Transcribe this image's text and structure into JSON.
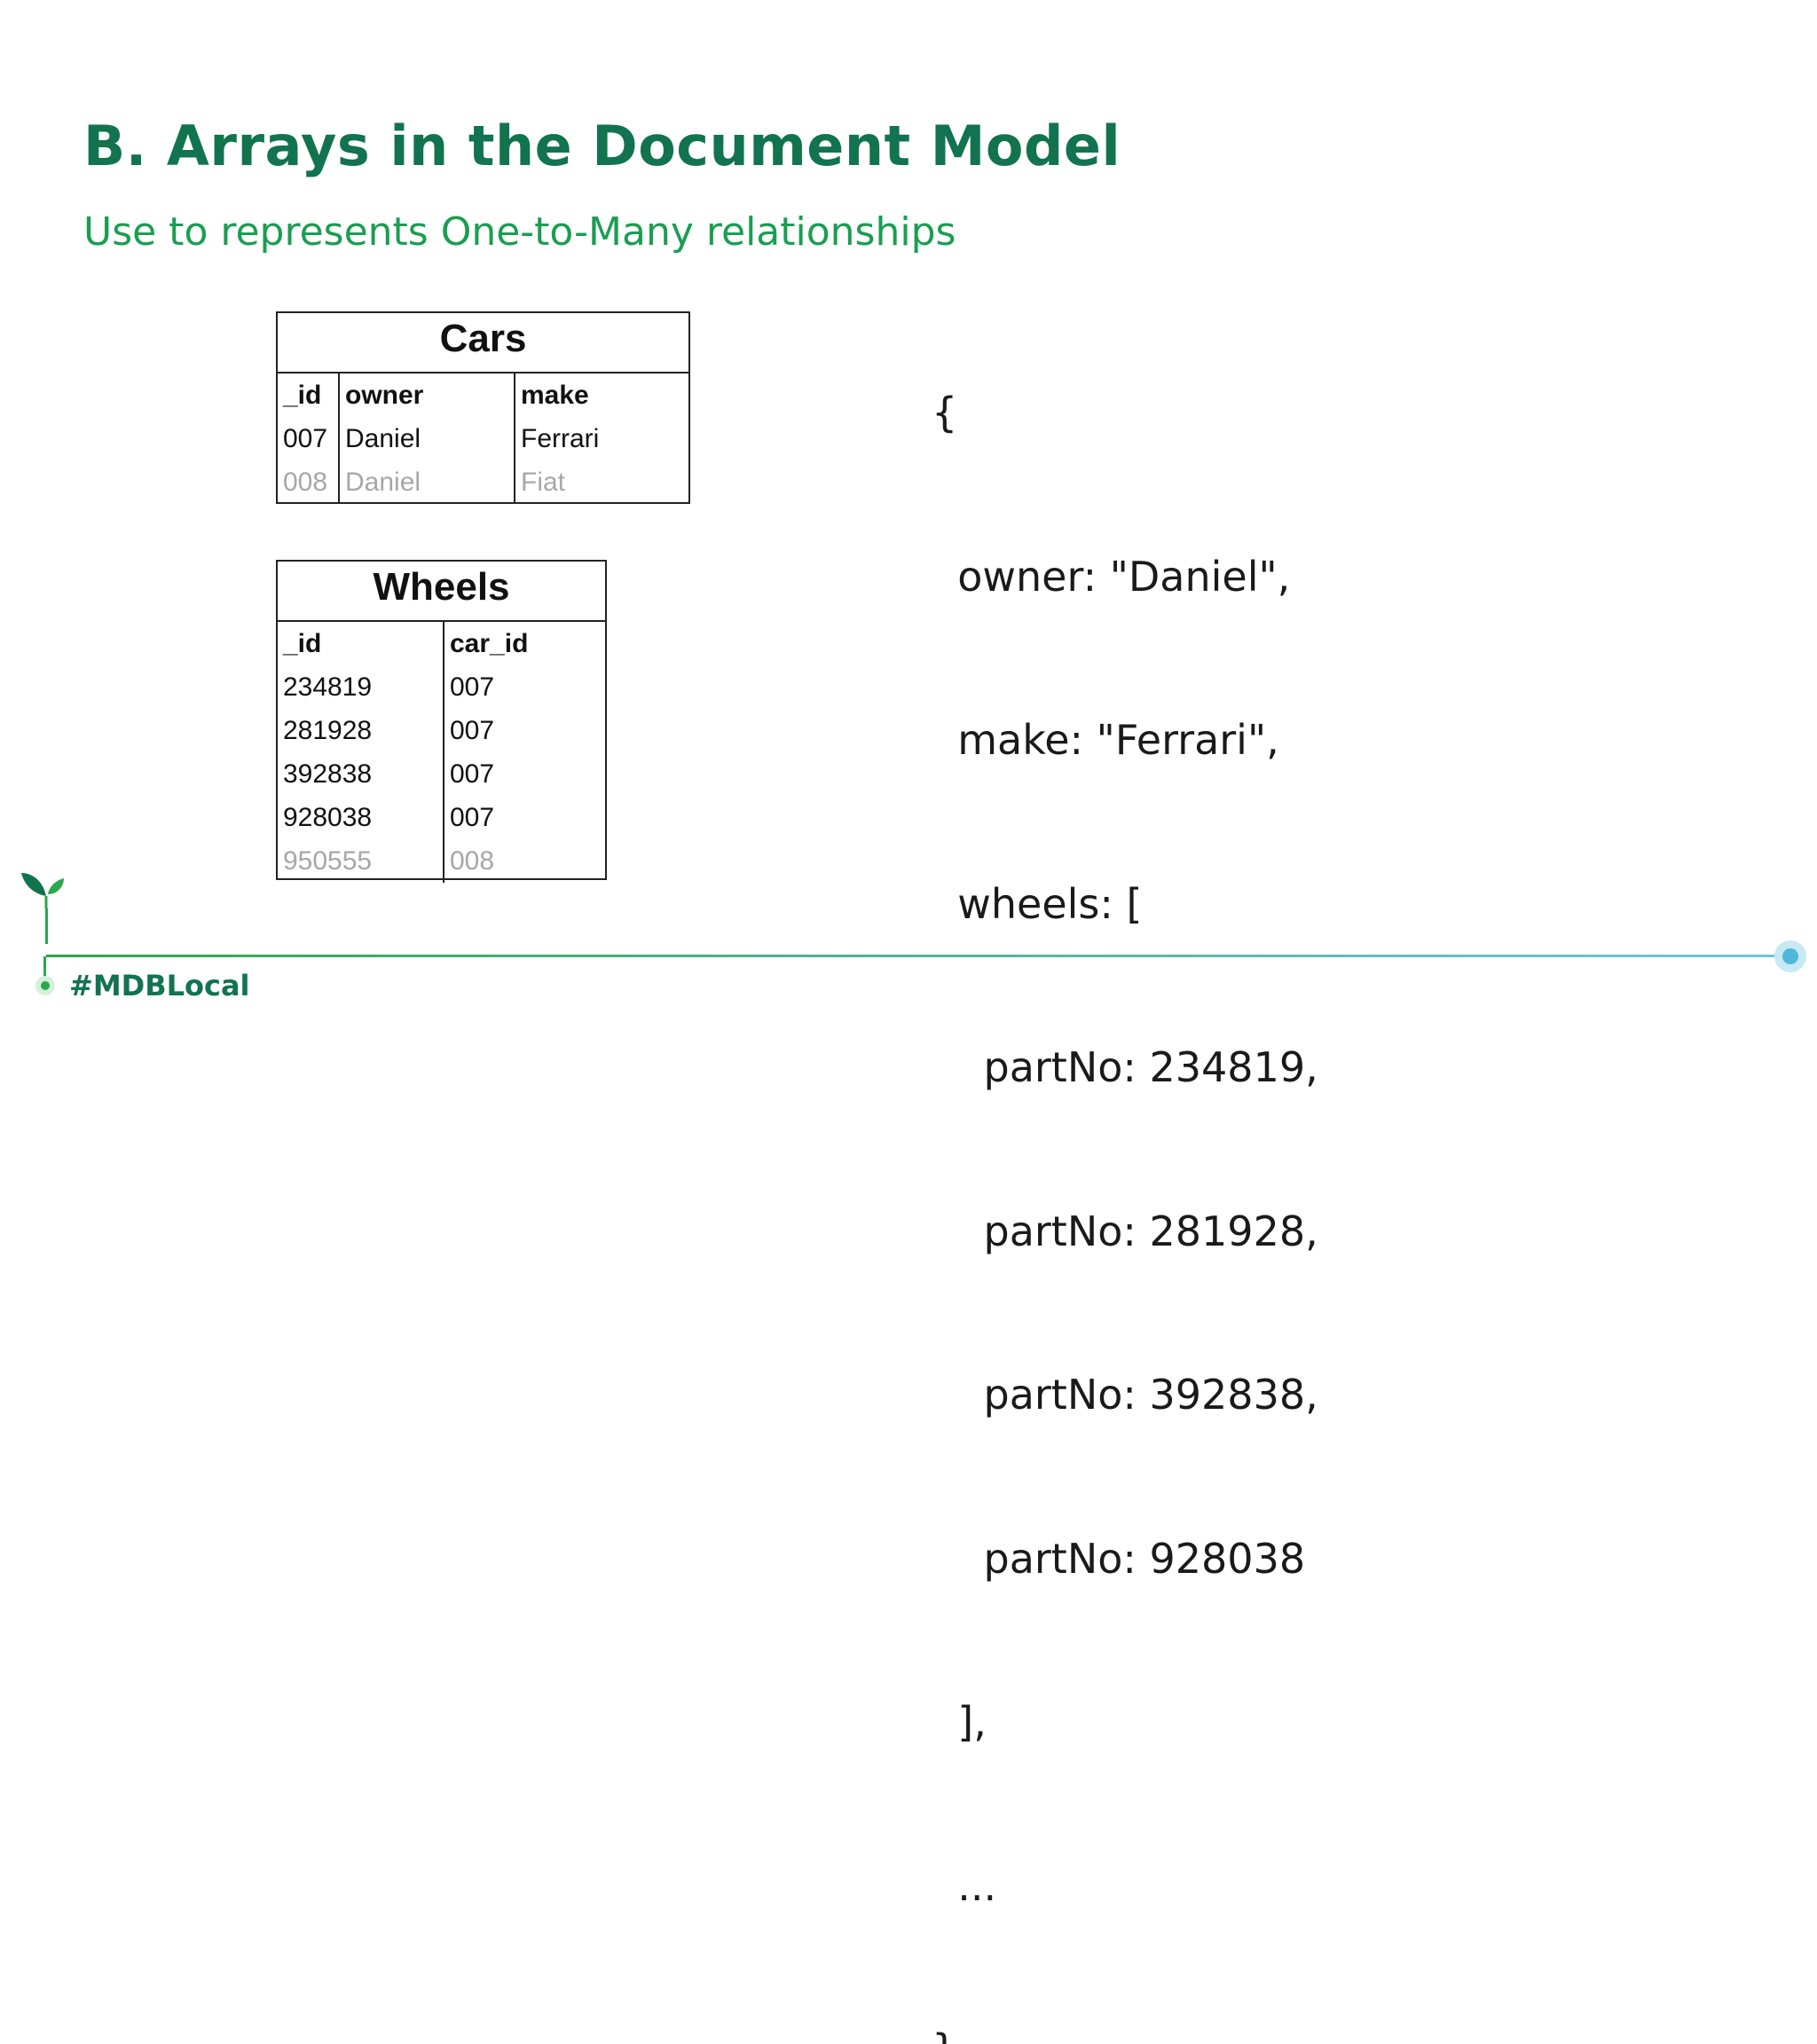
{
  "slide": {
    "title": "B. Arrays in the Document Model",
    "subtitle": "Use to represents One-to-Many relationships"
  },
  "cars_table": {
    "name": "Cars",
    "headers": [
      "_id",
      "owner",
      "make"
    ],
    "rows": [
      [
        "007",
        "Daniel",
        "Ferrari"
      ],
      [
        "008",
        "Daniel",
        "Fiat"
      ]
    ]
  },
  "wheels_table": {
    "name": "Wheels",
    "headers": [
      "_id",
      "car_id"
    ],
    "rows": [
      [
        "234819",
        "007"
      ],
      [
        "281928",
        "007"
      ],
      [
        "392838",
        "007"
      ],
      [
        "928038",
        "007"
      ],
      [
        "950555",
        "008"
      ]
    ]
  },
  "document": {
    "lines": [
      "{",
      "  owner: \"Daniel\",",
      "  make: \"Ferrari\",",
      "  wheels: [",
      "    partNo: 234819,",
      "    partNo: 281928,",
      "    partNo: 392838,",
      "    partNo: 928038",
      "  ],",
      "  ...",
      "}"
    ]
  },
  "footer": {
    "hashtag": "#MDBLocal"
  },
  "colors": {
    "title": "#12734f",
    "subtitle": "#1a9e51",
    "dim_row": "#a7a7a7",
    "footer_line_start": "#2aa84a",
    "footer_line_end": "#6ec6dd"
  }
}
